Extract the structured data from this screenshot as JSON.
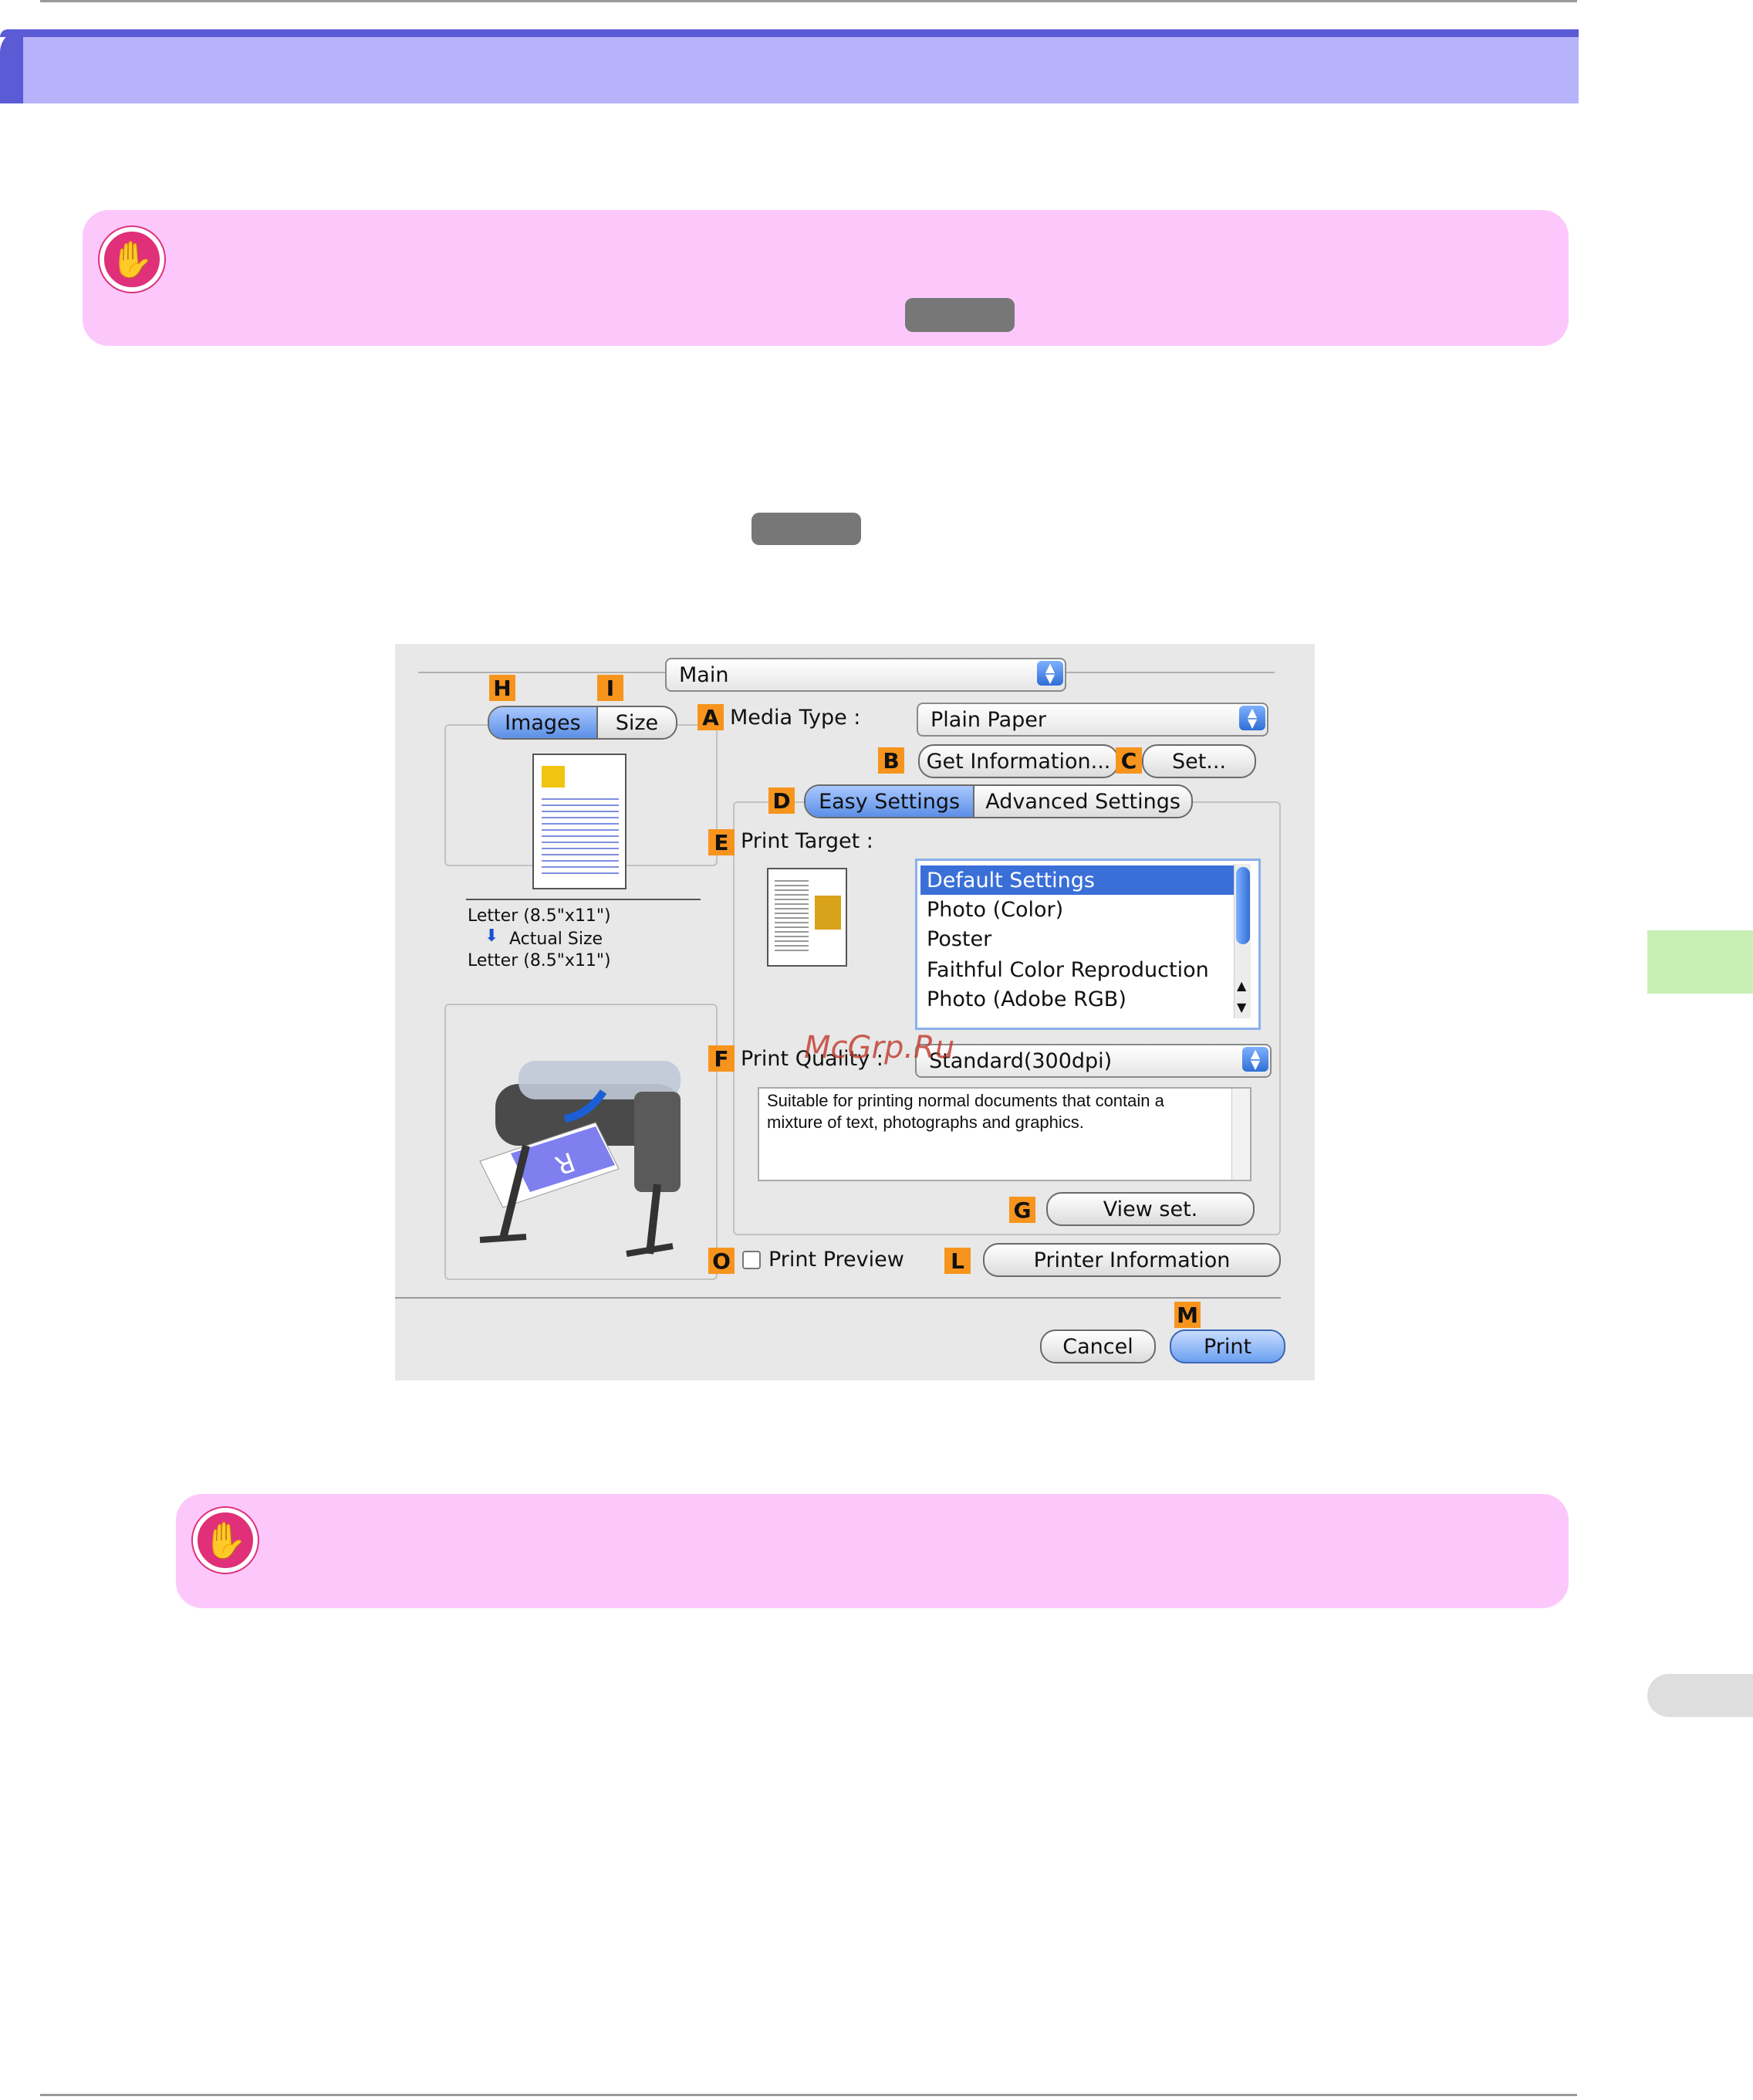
{
  "dialog": {
    "panel_menu": "Main",
    "tab_images": "Images",
    "tab_size": "Size",
    "paper_from": "Letter (8.5\"x11\")",
    "scaling": "Actual Size",
    "paper_to": "Letter (8.5\"x11\")",
    "media_type_label": "Media Type :",
    "media_type_value": "Plain Paper",
    "get_information": "Get Information...",
    "set_button": "Set...",
    "tab_easy": "Easy Settings",
    "tab_advanced": "Advanced Settings",
    "print_target_label": "Print Target :",
    "print_targets": [
      "Default Settings",
      "Photo (Color)",
      "Poster",
      "Faithful Color Reproduction",
      "Photo (Adobe RGB)"
    ],
    "print_quality_label": "Print Quality :",
    "print_quality_value": "Standard(300dpi)",
    "description": "Suitable for printing normal documents that contain a mixture of text, photographs and graphics.",
    "view_set": "View set.",
    "print_preview": "Print Preview",
    "printer_information": "Printer Information",
    "cancel": "Cancel",
    "print": "Print",
    "callouts": {
      "A": "A",
      "B": "B",
      "C": "C",
      "D": "D",
      "E": "E",
      "F": "F",
      "G": "G",
      "H": "H",
      "I": "I",
      "L": "L",
      "M": "M",
      "O": "O"
    },
    "printer_sheet_letter": "R"
  },
  "watermark": "McGrp.Ru",
  "colors": {
    "banner": "#b7b3fb",
    "banner_accent": "#5b5bd6",
    "note_bg": "#fcc8fc",
    "note_icon": "#e0307a",
    "callout": "#f7941d",
    "side_tab_green": "#c8f0b5"
  }
}
